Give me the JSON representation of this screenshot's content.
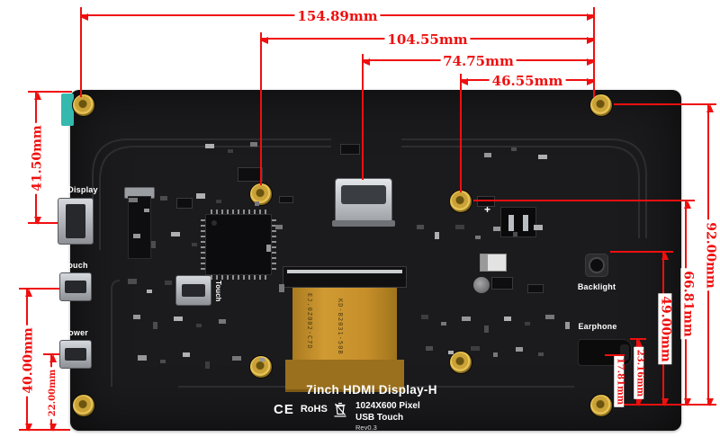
{
  "title_block": {
    "title": "7inch HDMI Display-H",
    "resolution": "1024X600 Pixel",
    "interface": "USB Touch",
    "revision": "Rev0.3"
  },
  "port_labels": {
    "display": "Display",
    "touch_left": "Touch",
    "power": "Power",
    "touch_mid": "Touch",
    "backlight": "Backlight",
    "earphone": "Earphone",
    "power_plus": "+"
  },
  "certifications": {
    "ce": "CE",
    "rohs": "RoHS"
  },
  "ribbon": {
    "line1": "EJ.0Z002-C7D",
    "line2": "KD-B2031-50B"
  },
  "dimensions": {
    "h_154": "154.89mm",
    "h_104": "104.55mm",
    "h_74": "74.75mm",
    "h_46": "46.55mm",
    "v_41": "41.50mm",
    "v_40": "40.00mm",
    "v_22": "22.00mm",
    "v_92": "92.00mm",
    "v_66": "66.81mm",
    "v_49": "49.00mm",
    "v_23": "23.16mm",
    "v_17": "17.81mm"
  },
  "colors": {
    "dimension_red": "#ef0f0f",
    "board_black": "#1b1b1d",
    "hole_gold": "#d9a62e",
    "ribbon_amber": "#c88f2e",
    "sticker_teal": "#35b8ad"
  }
}
